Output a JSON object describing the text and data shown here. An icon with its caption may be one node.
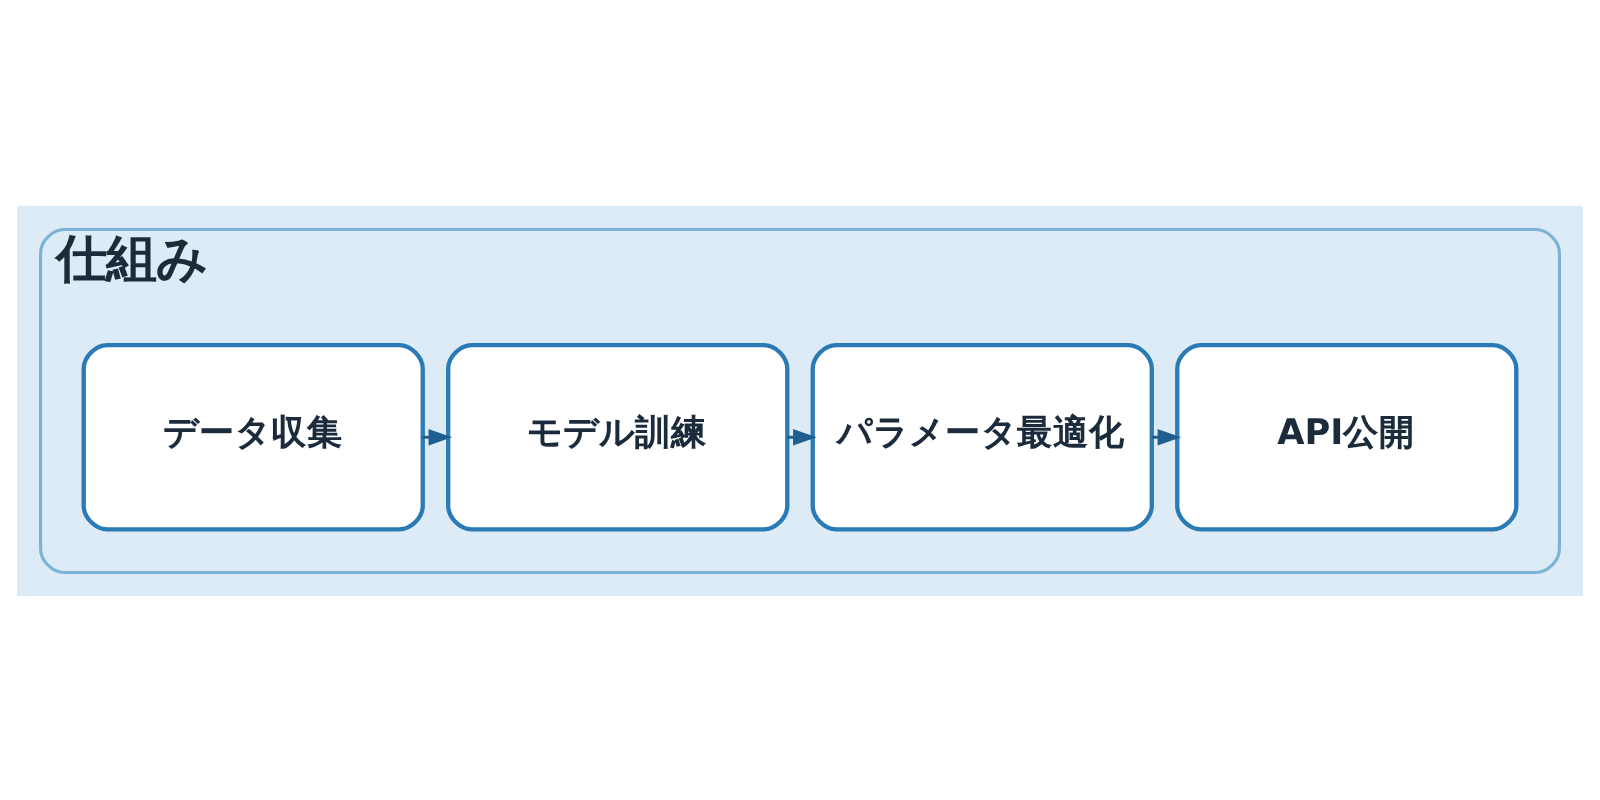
{
  "diagram": {
    "nodes": [
      {
        "text": [
          "仕組み"
        ]
      },
      {
        "text": [
          "データ収集"
        ],
        "in": 0
      },
      {
        "text": [
          "モデル訓練"
        ],
        "in": 0
      },
      {
        "text": [
          "パラメータ最適化"
        ],
        "in": 0
      },
      {
        "text": [
          "API公開"
        ],
        "in": 0
      }
    ],
    "edges": [
      {
        "from": 1,
        "to": 2,
        "arrow": "to"
      },
      {
        "from": 2,
        "to": 3,
        "arrow": "to"
      },
      {
        "from": 3,
        "to": 4,
        "arrow": "to"
      }
    ]
  }
}
